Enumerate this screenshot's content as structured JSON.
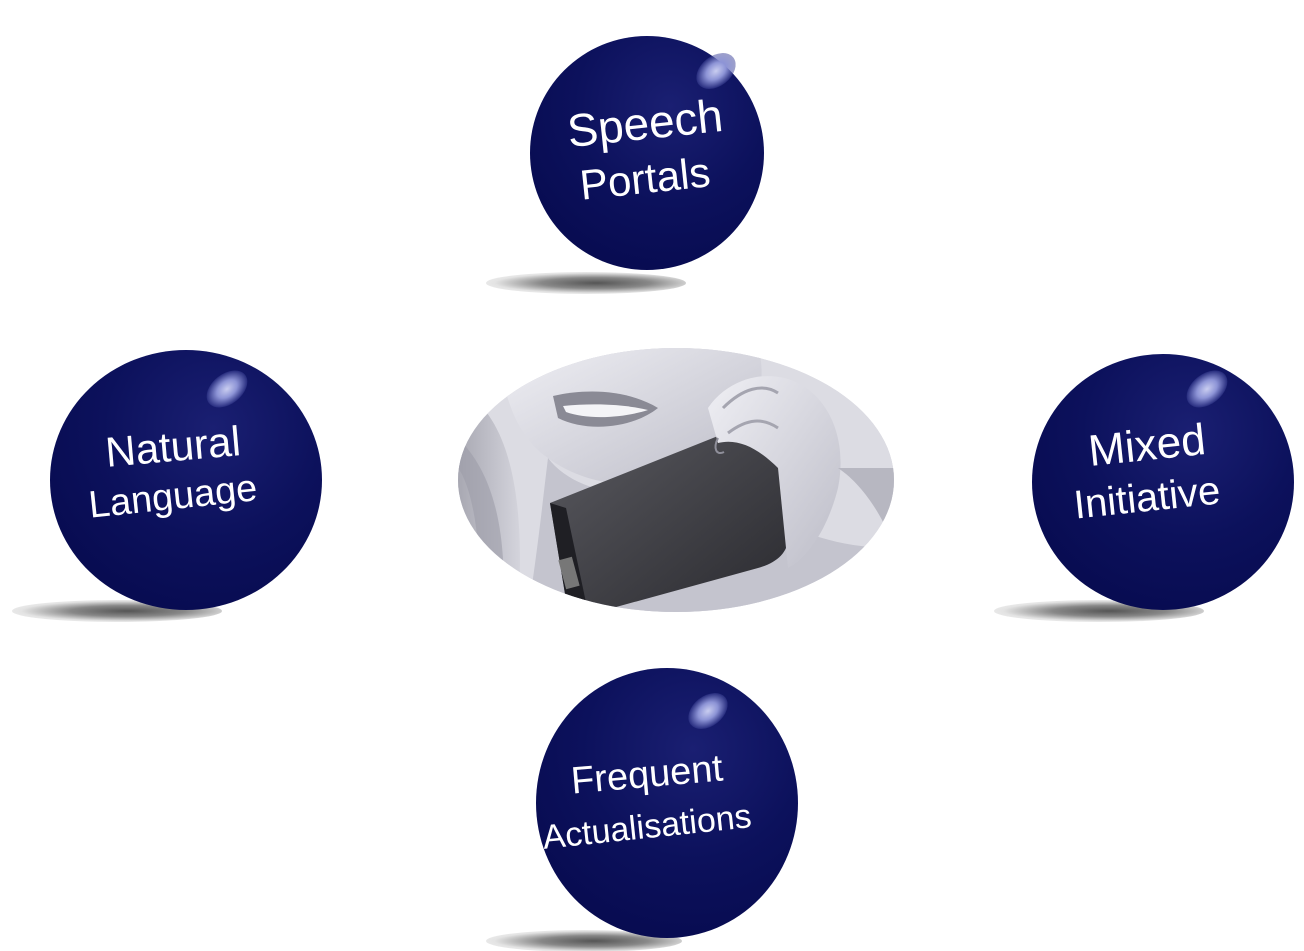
{
  "diagram": {
    "center_image": "woman-on-phone-photo",
    "nodes": [
      {
        "id": "speech-portals",
        "lines": [
          "Speech",
          "Portals"
        ]
      },
      {
        "id": "natural-language",
        "lines": [
          "Natural",
          "Language"
        ]
      },
      {
        "id": "mixed-initiative",
        "lines": [
          "Mixed",
          "Initiative"
        ]
      },
      {
        "id": "frequent-actualisations",
        "lines": [
          "Frequent",
          "Actualisations"
        ]
      }
    ],
    "colors": {
      "sphere": "#0c115c",
      "highlight": "#8d94d6",
      "text": "#ffffff",
      "photo_tint": "#d7d7df"
    }
  }
}
